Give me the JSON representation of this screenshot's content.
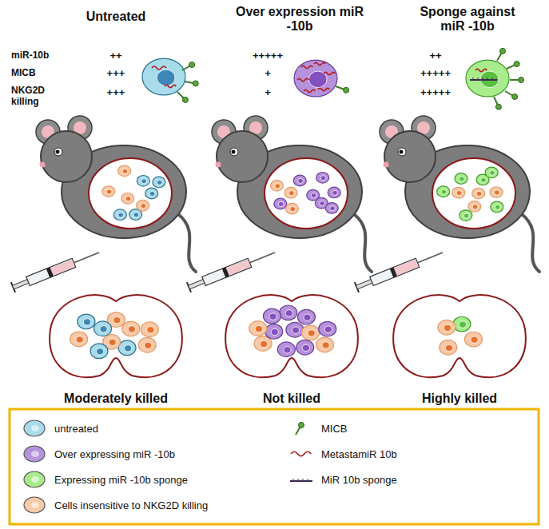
{
  "diagram": {
    "labels": [
      "Untreated",
      "Over expression miR -10b",
      "Sponge against miR -10b",
      "miR-10b",
      "MICB",
      "NKG2D killing",
      "++",
      "+++",
      "+++",
      "+++++",
      "+",
      "+",
      "++",
      "+++++",
      "+++++",
      "Moderately killed",
      "Not killed",
      "Highly killed"
    ],
    "legend": [
      {
        "text": "untreated",
        "color": "#a8dcea"
      },
      {
        "text": "Over expressing miR -10b",
        "color": "#b792dc"
      },
      {
        "text": "Expressing miR -10b sponge",
        "color": "#a8ec8c"
      },
      {
        "text": "Cells insensitive to NKG2D killing",
        "color": "#f9caa8"
      },
      {
        "text": "MICB"
      },
      {
        "text": "MetastamiR 10b"
      },
      {
        "text": "MiR 10b sponge"
      }
    ]
  }
}
